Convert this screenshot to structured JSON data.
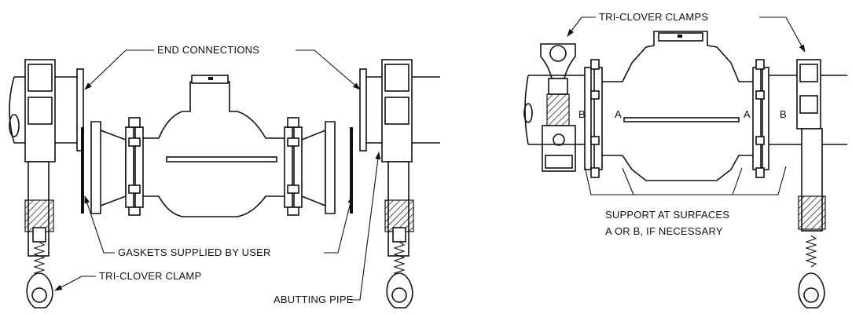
{
  "labels": {
    "end_connections": "END CONNECTIONS",
    "gaskets": "GASKETS SUPPLIED BY USER",
    "tri_clover_clamp": "TRI-CLOVER  CLAMP",
    "abutting_pipe": "ABUTTING PIPE",
    "tri_clover_clamps": "TRI-CLOVER  CLAMPS",
    "support_line1": "SUPPORT AT SURFACES",
    "support_line2": "A OR B, IF NECESSARY",
    "surface_a": "A",
    "surface_b": "B"
  },
  "colors": {
    "ink": "#111111",
    "paper": "#ffffff"
  }
}
